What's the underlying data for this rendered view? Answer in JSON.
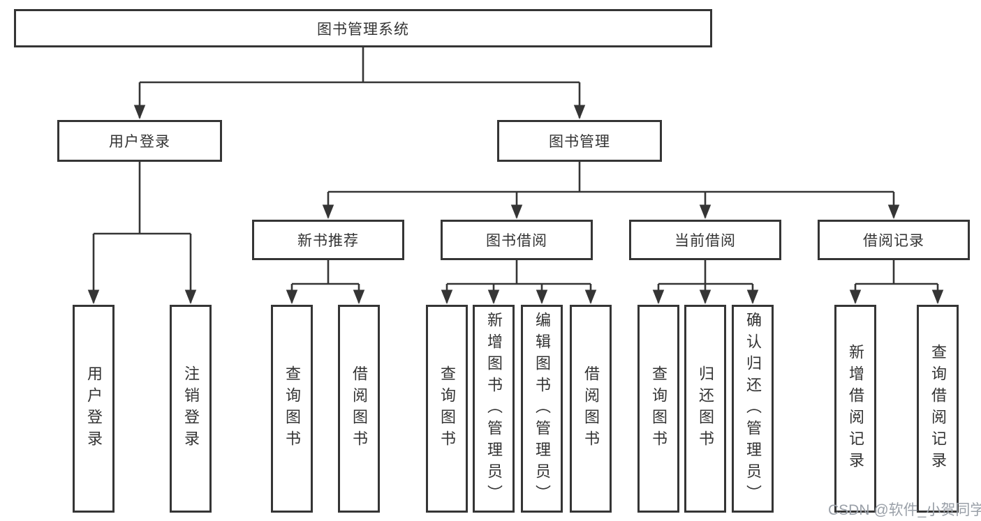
{
  "root": {
    "label": "图书管理系统"
  },
  "branches": {
    "user": {
      "label": "用户登录",
      "leaves": [
        "用户登录",
        "注销登录"
      ]
    },
    "book": {
      "label": "图书管理",
      "sections": [
        {
          "label": "新书推荐",
          "leaves": [
            "查询图书",
            "借阅图书"
          ]
        },
        {
          "label": "图书借阅",
          "leaves": [
            "查询图书",
            "新增图书（管理员）",
            "编辑图书（管理员）",
            "借阅图书"
          ]
        },
        {
          "label": "当前借阅",
          "leaves": [
            "查询图书",
            "归还图书",
            "确认归还（管理员）"
          ]
        },
        {
          "label": "借阅记录",
          "leaves": [
            "新增借阅记录",
            "查询借阅记录"
          ]
        }
      ]
    }
  },
  "watermark": "CSDN @软件_小贺同学",
  "colors": {
    "line": "#353535",
    "text": "#333333",
    "watermark": "#9aa0a8",
    "background": "#ffffff"
  }
}
